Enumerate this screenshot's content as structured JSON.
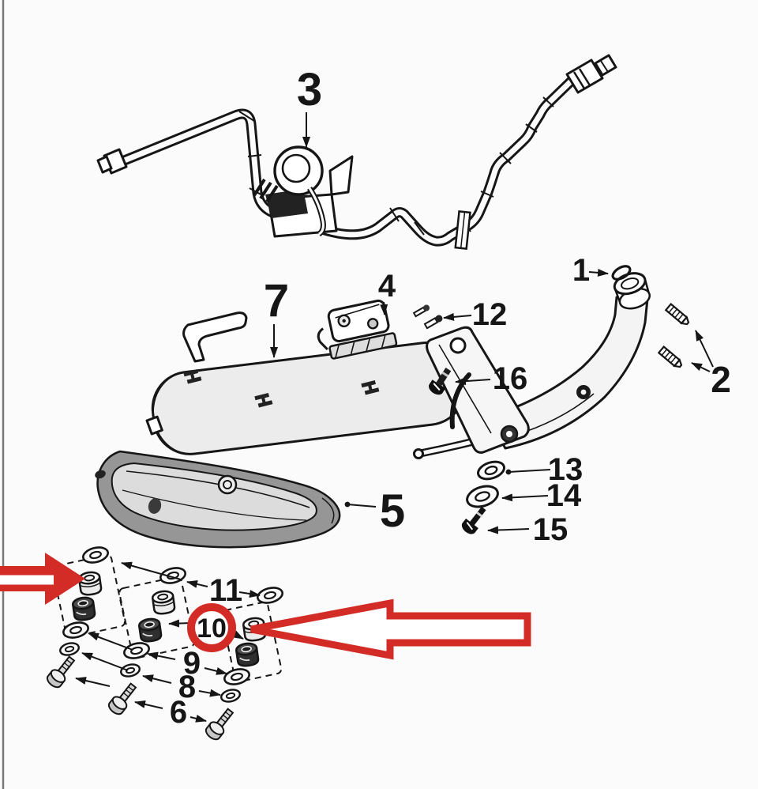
{
  "diagram": {
    "type": "exploded-parts-diagram-exhaust-system",
    "colors": {
      "background": "#fbfbfb",
      "ink": "#161616",
      "highlight_red": "#d32b25",
      "shield_dark": "#969696",
      "shield_light": "#dcdcdc",
      "metal_light": "#ececec",
      "pipe_light": "#f4f4f4"
    },
    "callouts": [
      {
        "part": 1,
        "text": "1"
      },
      {
        "part": 2,
        "text": "2"
      },
      {
        "part": 3,
        "text": "3"
      },
      {
        "part": 4,
        "text": "4"
      },
      {
        "part": 5,
        "text": "5"
      },
      {
        "part": 6,
        "text": "6"
      },
      {
        "part": 7,
        "text": "7"
      },
      {
        "part": 8,
        "text": "8"
      },
      {
        "part": 9,
        "text": "9"
      },
      {
        "part": 10,
        "text": "10"
      },
      {
        "part": 11,
        "text": "11"
      },
      {
        "part": 12,
        "text": "12"
      },
      {
        "part": 13,
        "text": "13"
      },
      {
        "part": 14,
        "text": "14"
      },
      {
        "part": 15,
        "text": "15"
      },
      {
        "part": 16,
        "text": "16"
      }
    ],
    "annotations": {
      "highlight_circle": {
        "around_part_label": "10",
        "style": "thick-red-ring-white-center"
      },
      "left_arrow": {
        "icon": "red-arrow-pointing-right-icon",
        "style": "filled-red-with-white-stripe"
      },
      "right_arrow": {
        "icon": "red-arrow-pointing-left-icon",
        "style": "red-outline-white-fill"
      }
    }
  }
}
